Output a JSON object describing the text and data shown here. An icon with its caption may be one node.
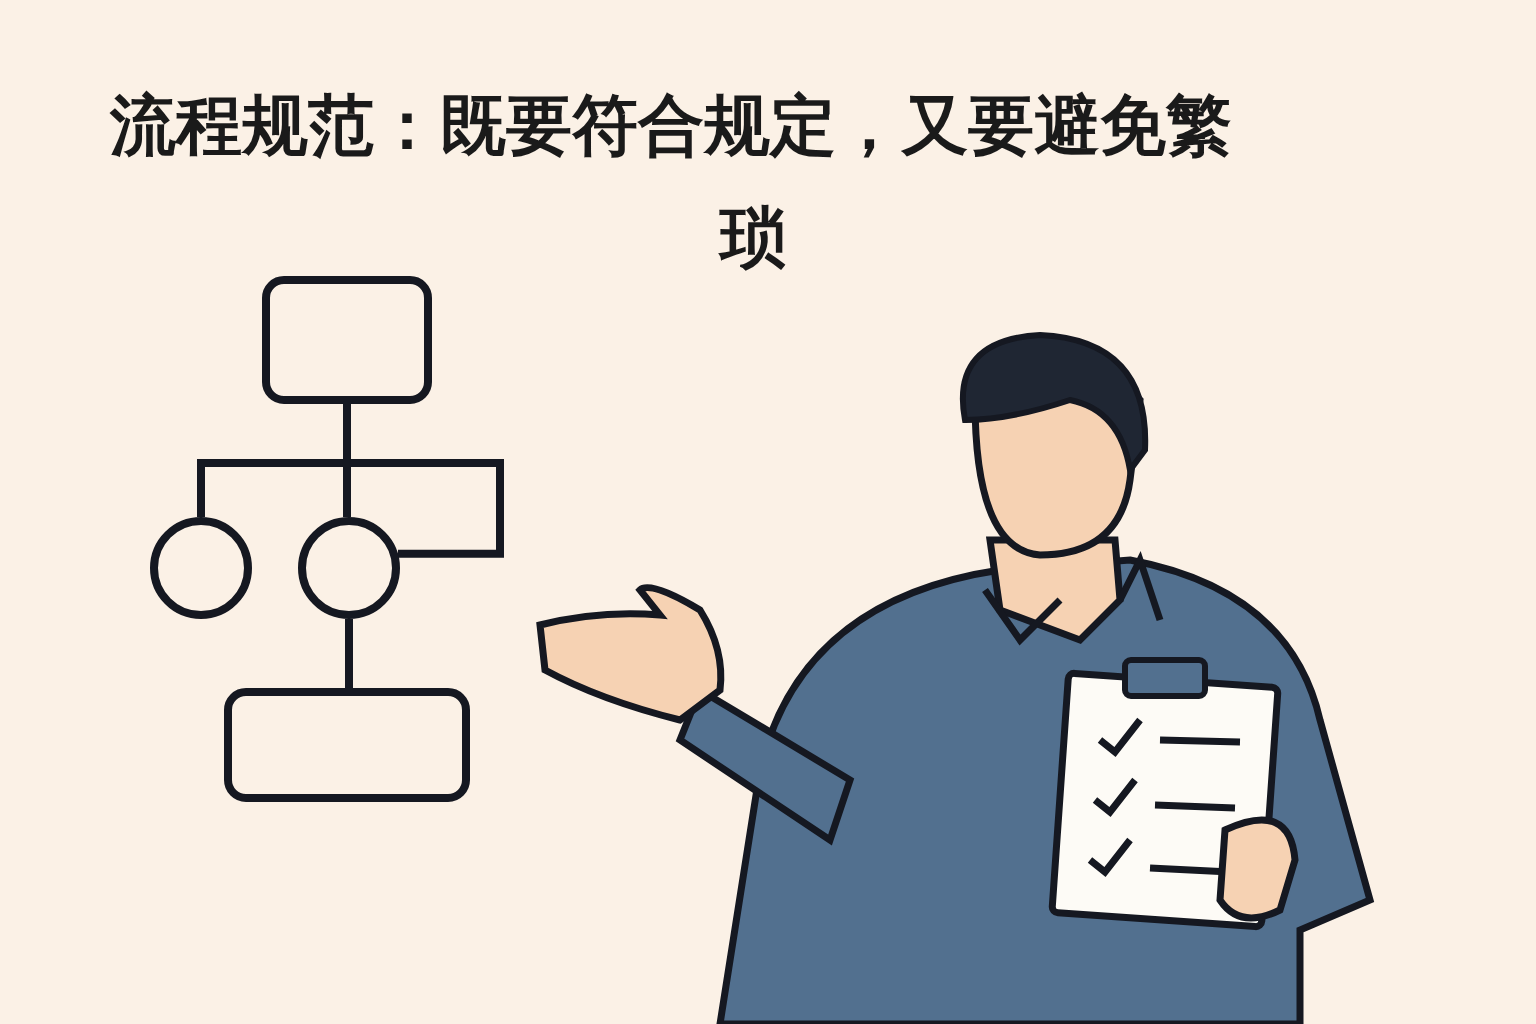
{
  "diagram": {
    "title": "**流程规范：**既要符合规定，又要避免繁琐",
    "nodes": [
      {
        "text": [],
        "shape": "box"
      },
      {
        "text": [],
        "shape": "circle"
      },
      {
        "text": [],
        "shape": "circle"
      },
      {
        "text": [],
        "shape": "box"
      }
    ],
    "edges": [
      {
        "from": 0,
        "to": 1,
        "arrow": "none"
      },
      {
        "from": 0,
        "to": 2,
        "arrow": "none"
      },
      {
        "from": 0,
        "to": 2,
        "arrow": "none"
      },
      {
        "from": 2,
        "to": 3,
        "arrow": "none"
      }
    ]
  }
}
